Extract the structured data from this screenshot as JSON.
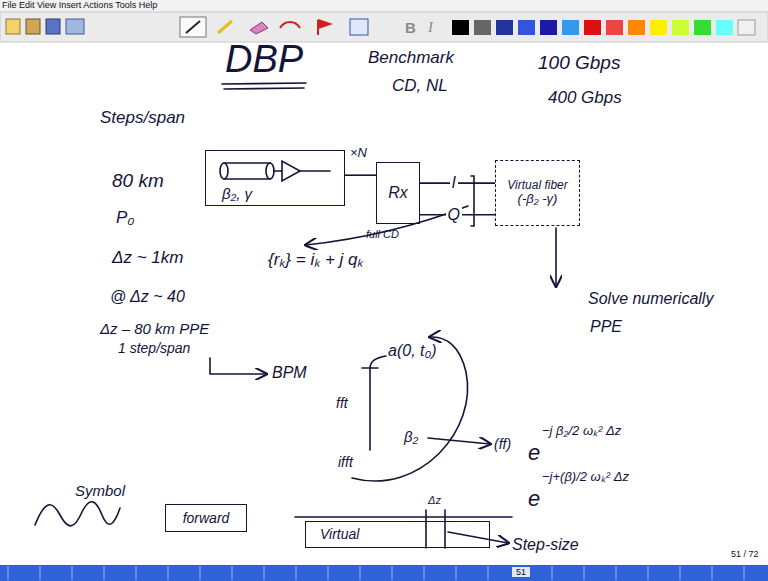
{
  "diagram": {
    "title": "DBP",
    "nodes": [
      {
        "text": [
          "β₂, γ"
        ]
      },
      {
        "text": [
          "Rx"
        ]
      },
      {
        "text": [
          "Virtual fiber",
          "(-β₂ -γ)"
        ]
      },
      {
        "text": [
          "forward"
        ]
      },
      {
        "text": [
          "Virtual"
        ]
      }
    ],
    "edges": [
      {
        "from": 0,
        "to": 1,
        "arrow": "none"
      },
      {
        "from": 1,
        "to": 2,
        "label": "I",
        "arrow": "none"
      },
      {
        "from": 1,
        "to": 2,
        "label": "Q",
        "arrow": "none"
      }
    ],
    "labels": [
      "File Edit View Insert Actions Tools Help",
      "B",
      "I",
      "Benchmark",
      "CD, NL",
      "100 Gbps",
      "400 Gbps",
      "Steps/span",
      "×N",
      "full CD",
      "80 km",
      "P₀",
      "Δz ~ 1km",
      "{rₖ} = iₖ + j qₖ",
      "@ Δz ~ 40",
      "Δz – 80 km PPE",
      "1 step/span",
      "BPM",
      "Solve numerically",
      "PPE",
      "a(0, t₀)",
      "fft",
      "β₂",
      "(ff)",
      "e",
      "−j β₂/2 ωₖ² Δz",
      "e",
      "−j+(β)/2 ωₖ² Δz",
      "ifft",
      "Symbol",
      "Δz",
      "Step-size",
      "51 / 72",
      "51"
    ]
  }
}
